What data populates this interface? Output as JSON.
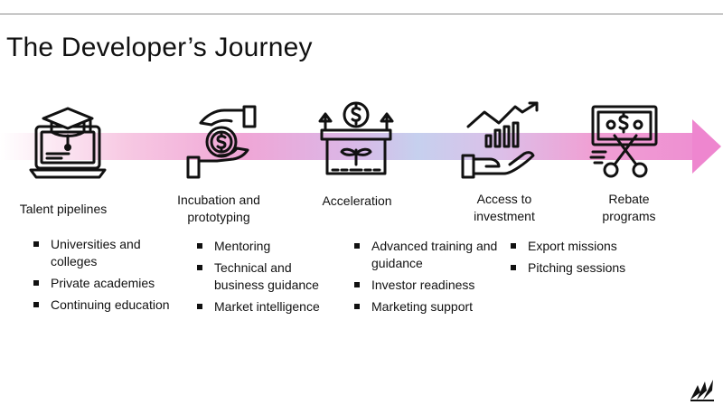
{
  "title": "The Developer’s Journey",
  "accent_colors": {
    "band_start": "#f7c9e3",
    "band_mid": "#c6d0ee",
    "band_end": "#ee8fd2"
  },
  "stages": [
    {
      "icon": "laptop-graduation-cap-icon",
      "label_lines": [
        "Talent pipelines"
      ],
      "bullets": [
        "Universities and colleges",
        "Private academies",
        "Continuing education"
      ]
    },
    {
      "icon": "hand-dollar-coin-icon",
      "label_lines": [
        "Incubation and",
        "prototyping"
      ],
      "bullets": [
        "Mentoring",
        "Technical and business guidance",
        "Market intelligence"
      ]
    },
    {
      "icon": "seedling-box-dollar-icon",
      "label_lines": [
        "Acceleration"
      ],
      "bullets": [
        "Advanced training and guidance",
        "Investor readiness",
        "Marketing support"
      ]
    },
    {
      "icon": "hand-growth-chart-icon",
      "label_lines": [
        "Access to",
        "investment"
      ],
      "bullets": [
        "Export missions",
        "Pitching sessions"
      ]
    },
    {
      "icon": "cut-banknote-scissors-icon",
      "label_lines": [
        "Rebate",
        "programs"
      ],
      "bullets": []
    }
  ]
}
